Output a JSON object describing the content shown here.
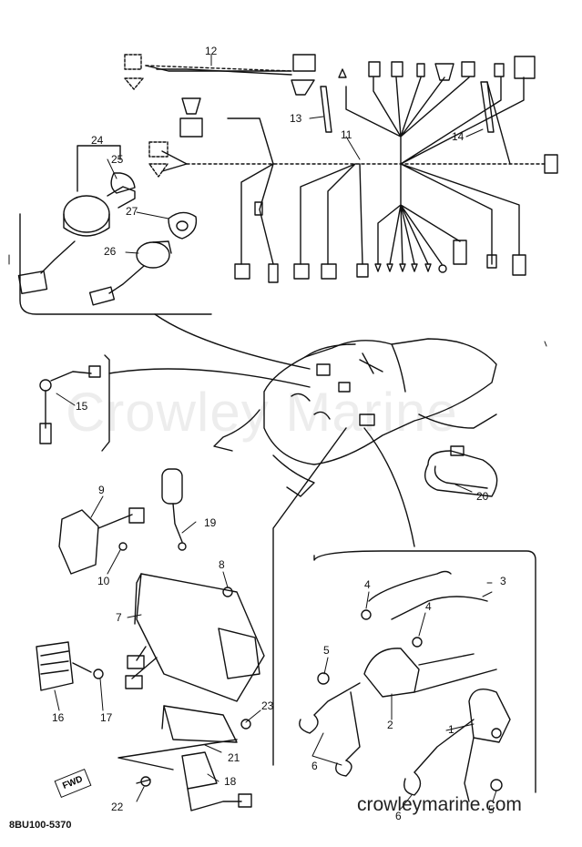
{
  "watermark": "Crowley Marine",
  "site_text": "crowleymarine.com",
  "diagram_code": "8BU100-5370",
  "fwd_label": "FWD",
  "callouts": [
    "1",
    "2",
    "3",
    "4",
    "4",
    "5",
    "5",
    "6",
    "6",
    "7",
    "8",
    "9",
    "10",
    "11",
    "12",
    "13",
    "14",
    "15",
    "16",
    "17",
    "18",
    "19",
    "20",
    "21",
    "22",
    "23",
    "24",
    "25",
    "26",
    "27"
  ]
}
